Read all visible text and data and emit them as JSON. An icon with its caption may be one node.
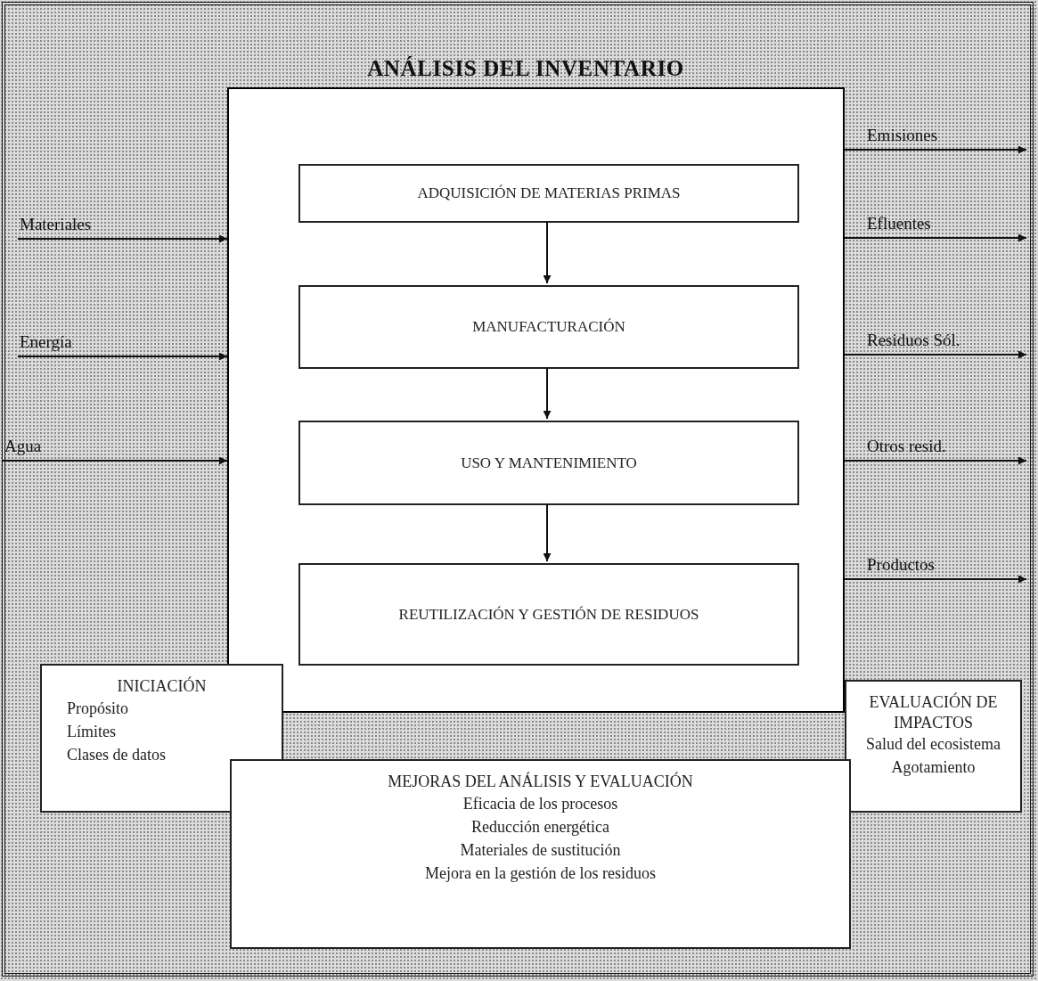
{
  "diagram": {
    "title": "ANÁLISIS DEL INVENTARIO",
    "nodes": [
      {
        "text": [],
        "shape": "box"
      },
      {
        "text": [
          "ADQUISICIÓN DE MATERIAS PRIMAS"
        ],
        "in": 0
      },
      {
        "text": [
          "MANUFACTURACIÓN"
        ],
        "in": 0
      },
      {
        "text": [
          "USO Y MANTENIMIENTO"
        ],
        "in": 0
      },
      {
        "text": [
          "REUTILIZACIÓN Y GESTIÓN DE RESIDUOS"
        ],
        "in": 0
      },
      {
        "text": [
          "INICIACIÓN",
          "Propósito",
          "Límites",
          "Clases de datos"
        ]
      },
      {
        "text": [
          "EVALUACIÓN DE IMPACTOS",
          "Salud del ecosistema",
          "Agotamiento"
        ]
      },
      {
        "text": [
          "MEJORAS DEL ANÁLISIS Y EVALUACIÓN",
          "Eficacia de los procesos",
          "Reducción energética",
          "Materiales de sustitución",
          "Mejora en la gestión de los residuos"
        ]
      }
    ],
    "edges": [
      {
        "from": null,
        "to": 0,
        "arrow": "to",
        "label": "Materiales"
      },
      {
        "from": null,
        "to": 0,
        "arrow": "to",
        "label": "Energía"
      },
      {
        "from": null,
        "to": 0,
        "arrow": "to",
        "label": "Agua"
      },
      {
        "from": 0,
        "to": null,
        "arrow": "to",
        "label": "Emisiones"
      },
      {
        "from": 0,
        "to": null,
        "arrow": "to",
        "label": "Efluentes"
      },
      {
        "from": 0,
        "to": null,
        "arrow": "to",
        "label": "Residuos Sól."
      },
      {
        "from": 0,
        "to": null,
        "arrow": "to",
        "label": "Otros resid."
      },
      {
        "from": 0,
        "to": null,
        "arrow": "to",
        "label": "Productos"
      },
      {
        "from": 1,
        "to": 2,
        "arrow": "to"
      },
      {
        "from": 2,
        "to": 3,
        "arrow": "to"
      },
      {
        "from": 3,
        "to": 4,
        "arrow": "to"
      }
    ]
  }
}
